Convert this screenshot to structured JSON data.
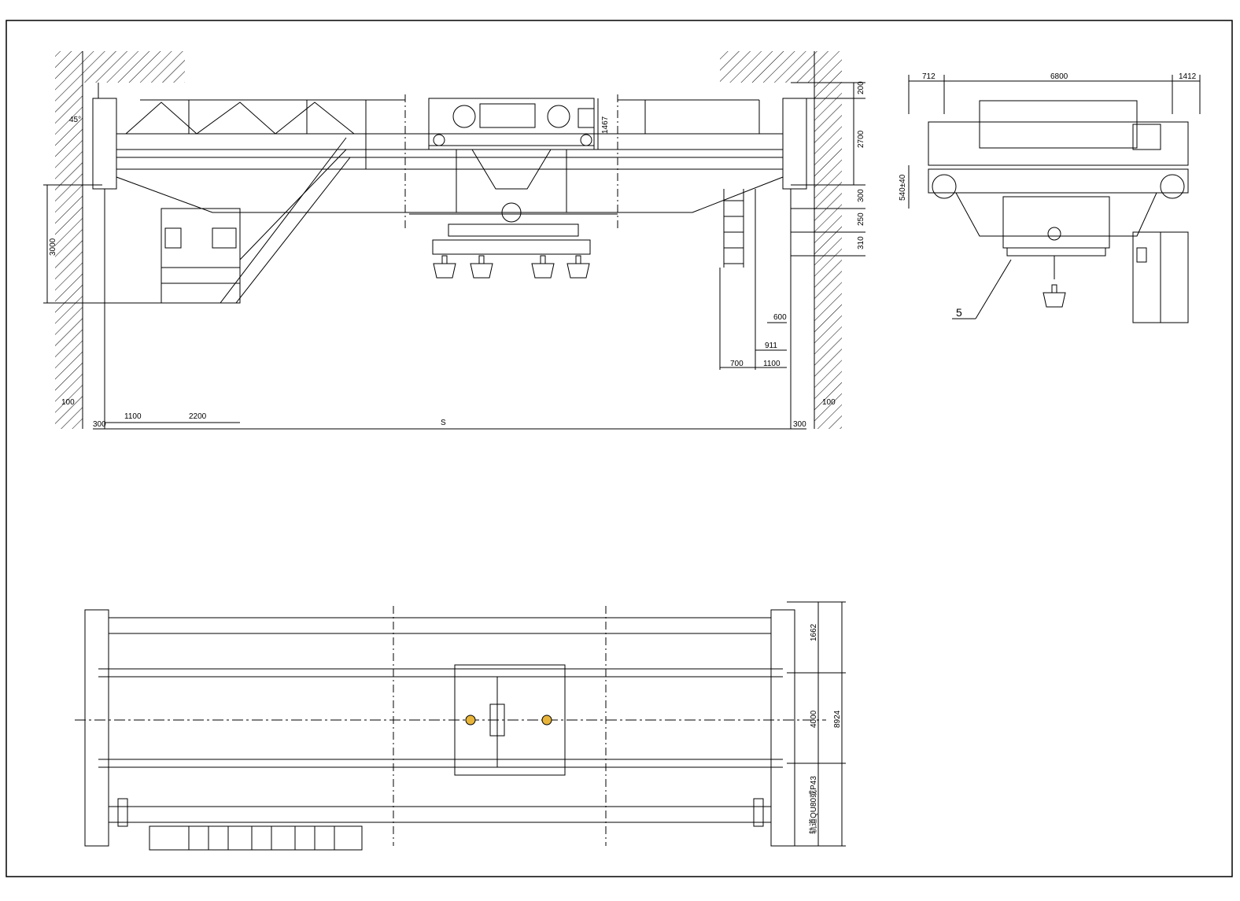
{
  "front_view": {
    "dims": {
      "d200": "200",
      "d2700": "2700",
      "d1467": "1467",
      "d300": "300",
      "d250": "250",
      "d310": "310",
      "d600": "600",
      "d911": "911",
      "d700": "700",
      "d1100r": "1100",
      "d3000": "3000",
      "d1100": "1100",
      "d2200": "2200",
      "d300a": "300",
      "d300b": "300",
      "dS": "S",
      "d100a": "100",
      "d100b": "100",
      "d45": "45°"
    }
  },
  "side_view": {
    "dims": {
      "d712": "712",
      "d6800": "6800",
      "d1412": "1412",
      "d540": "540±40"
    },
    "callout": "5"
  },
  "plan_view": {
    "dims": {
      "d1662": "1662",
      "d4000": "4000",
      "d8924": "8924",
      "drail": "轨道QU80或P43"
    }
  }
}
